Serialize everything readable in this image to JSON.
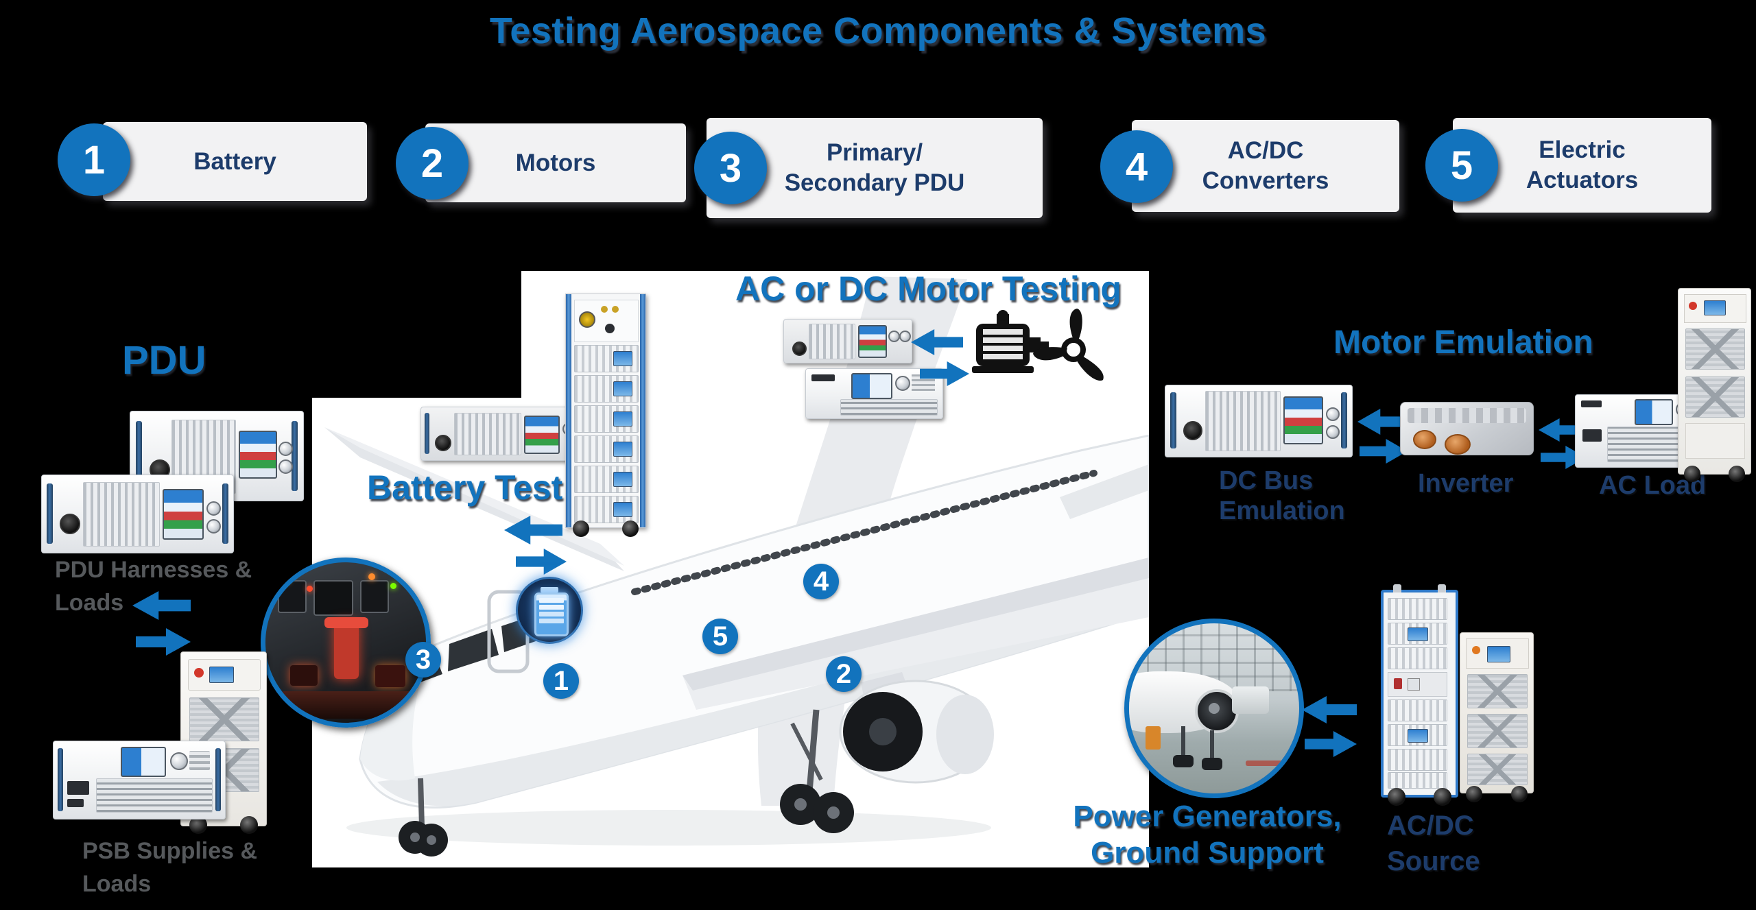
{
  "title": "Testing Aerospace Components & Systems",
  "colors": {
    "accent_blue": "#1273bd",
    "navy_text": "#1d3c6b",
    "pill_background": "#f2f2f3",
    "caption_gray": "#56595c"
  },
  "steps": [
    {
      "number": "1",
      "label": "Battery"
    },
    {
      "number": "2",
      "label": "Motors"
    },
    {
      "number": "3",
      "label": "Primary/\nSecondary PDU"
    },
    {
      "number": "4",
      "label": "AC/DC\nConverters"
    },
    {
      "number": "5",
      "label": "Electric\nActuators"
    }
  ],
  "annotations": {
    "pdu_title": "PDU",
    "pdu_caption": "PDU Harnesses &\nLoads",
    "psb_caption": "PSB Supplies &\nLoads",
    "battery_test": "Battery Test",
    "motor_testing_title": "AC or DC Motor Testing",
    "motor_emulation_title": "Motor Emulation",
    "dc_bus_emulation": "DC Bus\nEmulation",
    "inverter": "Inverter",
    "ac_load": "AC Load",
    "power_generators": "Power Generators,\nGround Support",
    "acdc_source": "AC/DC\nSource"
  }
}
